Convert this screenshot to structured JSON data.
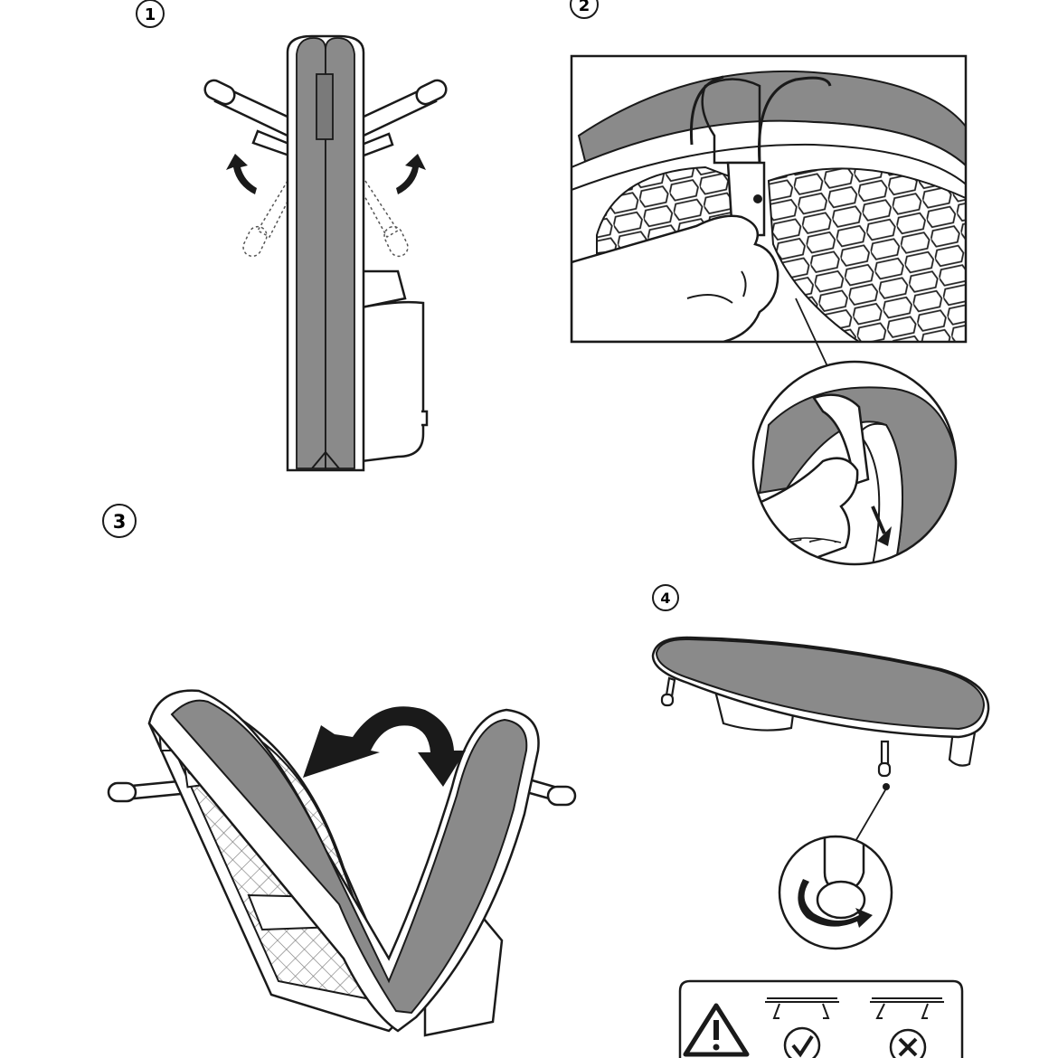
{
  "steps": [
    {
      "id": "1",
      "number": "1"
    },
    {
      "id": "2",
      "number": "2"
    },
    {
      "id": "3",
      "number": "3"
    },
    {
      "id": "4",
      "number": "4"
    }
  ],
  "warning": {
    "icon": "warning-triangle-icon",
    "correct_icon": "check-circle-icon",
    "incorrect_icon": "cross-circle-icon"
  },
  "colors": {
    "line": "#1a1a1a",
    "board_fill": "#8a8a8a",
    "mesh": "#6a6a6a",
    "background": "#ffffff"
  }
}
